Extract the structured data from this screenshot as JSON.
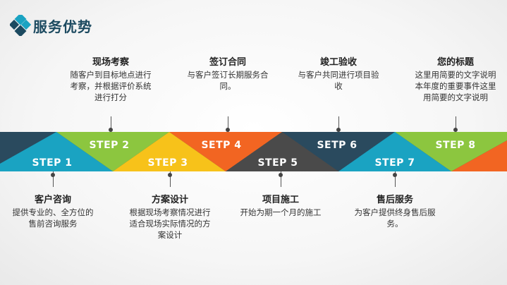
{
  "header": {
    "title": "服务优势"
  },
  "colors": {
    "navy": "#2a4a5e",
    "green": "#8cc63f",
    "orange": "#f26522",
    "teal": "#1aa3c2",
    "yellow": "#f7c21a",
    "gray": "#4a4a4a"
  },
  "steps": [
    {
      "label": "STEP 1",
      "title": "客户咨询",
      "desc": "提供专业的、全方位的售前咨询服务"
    },
    {
      "label": "STEP 2",
      "title": "现场考察",
      "desc": "随客户到目标地点进行考察，并根据评价系统进行打分"
    },
    {
      "label": "STEP 3",
      "title": "方案设计",
      "desc": "根据现场考察情况进行适合现场实际情况的方案设计"
    },
    {
      "label": "SETP 4",
      "title": "签订合同",
      "desc": "与客户签订长期服务合同。"
    },
    {
      "label": "STEP 5",
      "title": "项目施工",
      "desc": "开始为期一个月的施工"
    },
    {
      "label": "SETP 6",
      "title": "竣工验收",
      "desc": "与客户共同进行项目验收"
    },
    {
      "label": "STEP 7",
      "title": "售后服务",
      "desc": "为客户提供终身售后服务。"
    },
    {
      "label": "STEP 8",
      "title": "您的标题",
      "desc": "这里用简要的文字说明本年度的重要事件这里用简要的文字说明"
    }
  ]
}
